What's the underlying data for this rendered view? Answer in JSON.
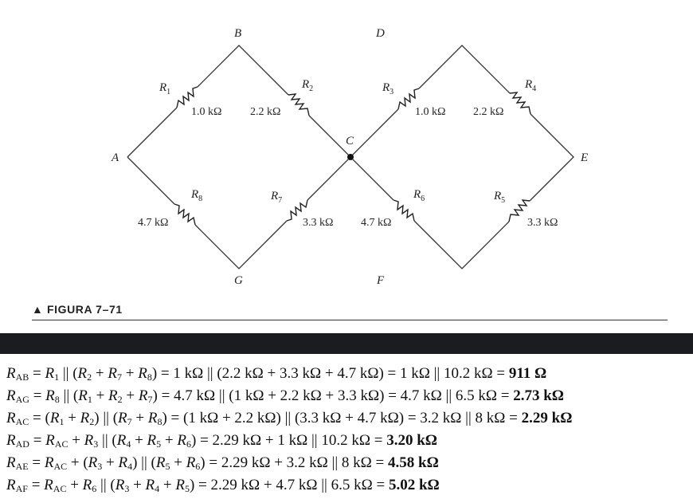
{
  "figure": {
    "caption": "▲ FIGURA 7–71",
    "nodes": {
      "A": "A",
      "B": "B",
      "C": "C",
      "D": "D",
      "E": "E",
      "F": "F",
      "G": "G"
    },
    "resistors": [
      {
        "id": "R1",
        "name": "R",
        "sub": "1",
        "value": "1.0 kΩ"
      },
      {
        "id": "R2",
        "name": "R",
        "sub": "2",
        "value": "2.2 kΩ"
      },
      {
        "id": "R3",
        "name": "R",
        "sub": "3",
        "value": "1.0 kΩ"
      },
      {
        "id": "R4",
        "name": "R",
        "sub": "4",
        "value": "2.2 kΩ"
      },
      {
        "id": "R5",
        "name": "R",
        "sub": "5",
        "value": "3.3 kΩ"
      },
      {
        "id": "R6",
        "name": "R",
        "sub": "6",
        "value": "4.7 kΩ"
      },
      {
        "id": "R7",
        "name": "R",
        "sub": "7",
        "value": "3.3 kΩ"
      },
      {
        "id": "R8",
        "name": "R",
        "sub": "8",
        "value": "4.7 kΩ"
      }
    ]
  },
  "equations": [
    {
      "lhs_r": "R",
      "lhs_sub": "AB",
      "rhs": " = R",
      "body": "1 || (R2 + R7 + R8) = 1 kΩ || (2.2 kΩ + 3.3 kΩ + 4.7 kΩ) = 1 kΩ || 10.2 kΩ = ",
      "result": "911 Ω"
    },
    {
      "lhs_r": "R",
      "lhs_sub": "AG",
      "result": "2.73 kΩ"
    },
    {
      "lhs_r": "R",
      "lhs_sub": "AC",
      "result": "2.29 kΩ"
    },
    {
      "lhs_r": "R",
      "lhs_sub": "AD",
      "result": "3.20 kΩ"
    },
    {
      "lhs_r": "R",
      "lhs_sub": "AE",
      "result": "4.58 kΩ"
    },
    {
      "lhs_r": "R",
      "lhs_sub": "AF",
      "result": "5.02 kΩ"
    }
  ],
  "equation_text": {
    "ab_tail": "= 1 kΩ || (2.2 kΩ + 3.3 kΩ + 4.7 kΩ) = 1 kΩ || 10.2 kΩ =",
    "ag_tail": "= 4.7 kΩ || (1 kΩ + 2.2 kΩ + 3.3 kΩ) = 4.7 kΩ || 6.5 kΩ =",
    "ac_tail": "= (1 kΩ + 2.2 kΩ) || (3.3 kΩ + 4.7 kΩ) = 3.2 kΩ || 8 kΩ =",
    "ad_tail": "= 2.29 kΩ + 1 kΩ || 10.2 kΩ =",
    "ae_tail": "= 2.29 kΩ + 3.2 kΩ || 8 kΩ =",
    "af_tail": "= 2.29 kΩ + 4.7 kΩ || 6.5 kΩ ="
  },
  "colors": {
    "band": "#1a1c20",
    "ink": "#111111",
    "wire": "#333333"
  }
}
